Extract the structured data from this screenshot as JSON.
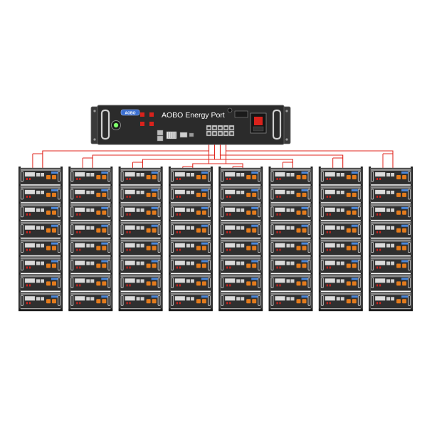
{
  "energy_port": {
    "title": "AOBO Energy Port",
    "logo": "AOBO",
    "icons": [
      "power-switch-icon",
      "led-indicator-icon",
      "rj45-port-icon",
      "dip-switch-icon",
      "ac-inlet-icon",
      "circuit-breaker-icon"
    ]
  },
  "battery_stacks": {
    "columns": 8,
    "modules_per_column": 8,
    "module_icon": "battery-module-icon"
  },
  "colors": {
    "chassis": "#2b2b2b",
    "chassis_edge": "#555555",
    "wire": "#e0271f",
    "module_face": "#2f2f2f",
    "module_screen": "#dcdcdc",
    "terminal": "#e37b1c",
    "handle": "#cfcfcf",
    "text_light": "#ffffff"
  }
}
